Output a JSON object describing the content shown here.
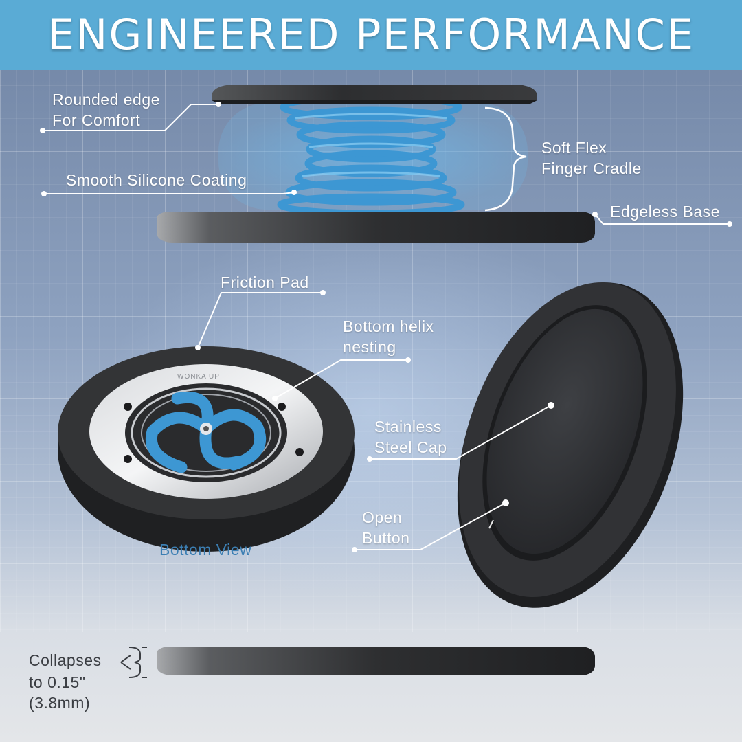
{
  "banner": {
    "title": "ENGINEERED PERFORMANCE",
    "color": "#5aabd5"
  },
  "colors": {
    "accent_blue": "#4aa3d8",
    "disc_dark": "#2b2c2e",
    "label_white": "#ffffff",
    "bottom_view_blue": "#3c7fb3"
  },
  "callouts": {
    "rounded_edge": {
      "line1": "Rounded edge",
      "line2": "For Comfort"
    },
    "silicone": "Smooth Silicone Coating",
    "finger_cradle": {
      "line1": "Soft Flex",
      "line2": "Finger Cradle"
    },
    "edgeless_base": "Edgeless Base",
    "friction_pad": "Friction Pad",
    "helix": {
      "line1": "Bottom helix",
      "line2": "nesting"
    },
    "steel_cap": {
      "line1": "Stainless",
      "line2": "Steel Cap"
    },
    "open_button": {
      "line1": "Open",
      "line2": "Button"
    },
    "bottom_view": "Bottom View",
    "collapses": {
      "line1": "Collapses",
      "line2": "to 0.15\"",
      "line3": "(3.8mm)"
    }
  },
  "product": {
    "brand_mark": "WONKA UP"
  }
}
